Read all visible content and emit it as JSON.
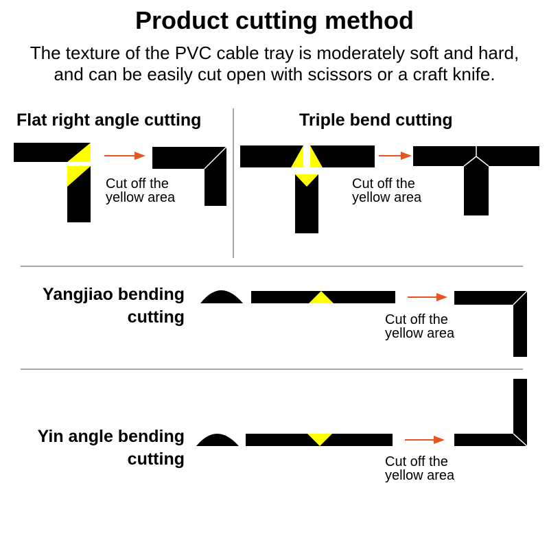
{
  "header": {
    "title": "Product cutting method",
    "intro_line1": "The texture of the PVC cable tray is moderately soft and hard,",
    "intro_line2": "and can be easily cut open with scissors or a craft knife."
  },
  "sections": {
    "flat": {
      "title": "Flat right angle cutting",
      "note_line1": "Cut off the",
      "note_line2": "yellow area"
    },
    "triple": {
      "title": "Triple bend cutting",
      "note_line1": "Cut off the",
      "note_line2": "yellow area"
    },
    "yangjiao": {
      "title_line1": "Yangjiao bending",
      "title_line2": "cutting",
      "note_line1": "Cut off the",
      "note_line2": "yellow area"
    },
    "yin": {
      "title_line1": "Yin angle bending",
      "title_line2": "cutting",
      "note_line1": "Cut off the",
      "note_line2": "yellow area"
    }
  },
  "colors": {
    "tray": "#000000",
    "cut_area": "#ffff00",
    "arrow": "#e8541f",
    "divider": "#888888"
  }
}
